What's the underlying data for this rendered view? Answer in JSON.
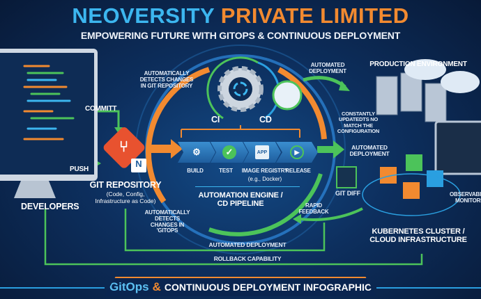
{
  "header": {
    "title_part1": "NEOVERSITY",
    "title_part2": "PRIVATE LIMITED",
    "subtitle": "EMPOWERING FUTURE WITH GITOPS & CONTINUOUS DEPLOYMENT"
  },
  "developers": {
    "label": "DEVELOPERS",
    "commit": "COMMITT",
    "push": "PUSH"
  },
  "git_repo": {
    "title": "GIT REPOSITORY",
    "subtitle_line1": "(Code, Config,",
    "subtitle_line2": "Infrastructure as Code)",
    "badge": "N"
  },
  "engine": {
    "detects_top": "AUTOMATICALLY DETECTS CHANGES IN GIT REPOSITORY",
    "ci": "CI",
    "cd": "CD",
    "steps": [
      {
        "label": "BUILD"
      },
      {
        "label": "TEST"
      },
      {
        "label": "IMAGE REGISTRY",
        "note": "(e.g., Docker)",
        "box": "APP"
      },
      {
        "label": "RELEASE"
      }
    ],
    "title_line1": "AUTOMATION ENGINE /",
    "title_line2": "CD PIPELINE",
    "detects_bottom": "AUTOMATICALLY DETECTS CHANGES IN 'GITOPS"
  },
  "production": {
    "auto_deploy_top": "AUTOMATED DEPLOYMENT",
    "title": "PRODUCTION ENVIRONMENT",
    "constantly": "CONSTANTLY UPDATEDTS NO MATCH THE CONFIGURATION",
    "auto_deploy": "AUTOMATED DEPLOYMENT",
    "git_diff": "GIT DIFF",
    "rapid_feedback": "RAPID FEEDBACK",
    "observability_line1": "OBSERVABILITY",
    "observability_line2": "MONITORING",
    "cluster_line1": "KUBERNETES CLUSTER /",
    "cluster_line2": "CLOUD INFRASTRUCTURE"
  },
  "loops": {
    "automated_deployment": "AUTOMATED DEPLOYMENT",
    "rollback": "ROLLBACK CAPABILITY"
  },
  "footer": {
    "gitops": "GitOps",
    "amp": "&",
    "rest": "CONTINUOUS DEPLOYMENT INFOGRAPHIC"
  },
  "colors": {
    "blue": "#3cb6ef",
    "orange": "#f28a30",
    "green": "#4cc35a",
    "bg": "#0b2347"
  }
}
